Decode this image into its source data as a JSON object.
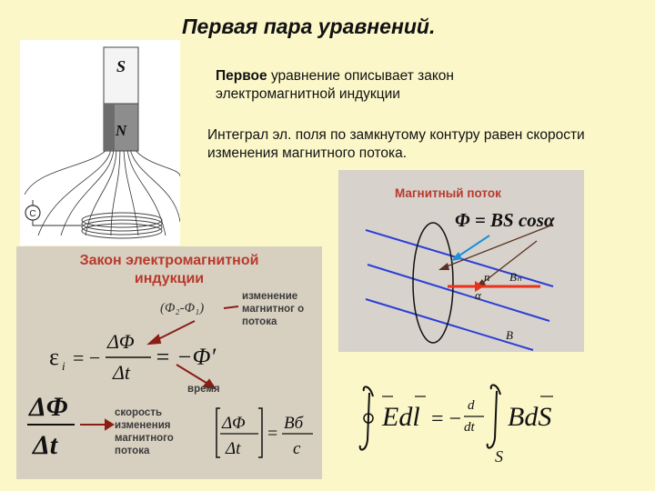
{
  "title": "Первая пара уравнений.",
  "paragraphs": {
    "p1_bold": "Первое",
    "p1_rest": " уравнение описывает закон электромагнитной индукции",
    "p2": "Интеграл эл. поля по замкнутому контуру  равен скорости изменения магнитного потока."
  },
  "magnet": {
    "pole_s": "S",
    "pole_n": "N",
    "gauge_symbol": "C"
  },
  "law_panel": {
    "title_line1": "Закон электромагнитной",
    "title_line2": "индукции",
    "formula_top": "(Φ₂-Φ₁)",
    "note_change": "изменение магнитног о потока",
    "note_time": "время",
    "note_speed": "скорость изменения магнитного потока",
    "eps": "ε",
    "eps_sub": "i",
    "eq_minus": "= −",
    "dphi": "ΔΦ",
    "dt": "Δt",
    "rhs": "= −Φ′",
    "unit_top": "ΔΦ",
    "unit_bottom": "Δt",
    "unit_eq": "=",
    "unit_wb": "Вб",
    "unit_c": "с"
  },
  "flux_panel": {
    "title": "Магнитный поток",
    "formula": "Φ = BS cosα",
    "label_n": "n",
    "label_bn": "Bₙ",
    "label_alpha": "α",
    "label_b": "B"
  },
  "integral": {
    "lhs": "Edl",
    "eq": "= −",
    "frac_top": "d",
    "frac_bottom": "dt",
    "rhs": "BdS",
    "sub": "S"
  },
  "colors": {
    "background": "#fbf7c9",
    "accent_red": "#b8392c",
    "field_blue": "#2b3fd6",
    "normal_red": "#e8321c"
  }
}
